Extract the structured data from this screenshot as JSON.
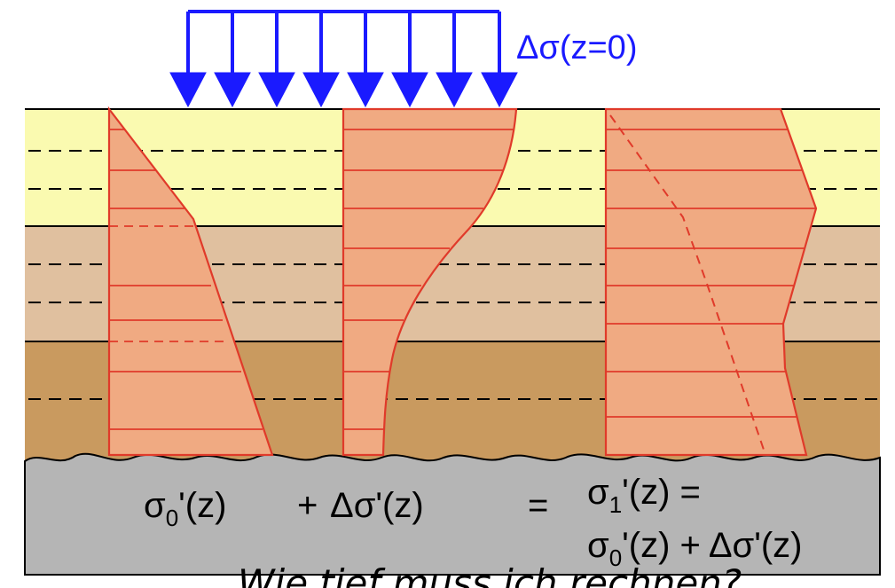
{
  "load": {
    "label_main": "Δσ(z=0)",
    "color": "#1a1aff",
    "arrow_count": 8
  },
  "layers": [
    {
      "name": "yellow-sand",
      "color": "#fafab0"
    },
    {
      "name": "light-brown-soil",
      "color": "#e0c09f"
    },
    {
      "name": "brown-soil",
      "color": "#c99a5f"
    },
    {
      "name": "bedrock",
      "color": "#b5b5b5"
    }
  ],
  "profile_style": {
    "fill": "#f0aa82",
    "stroke": "#e03a2a"
  },
  "formula": {
    "sigma0": {
      "base": "σ",
      "sub": "0",
      "rest": "'(z)"
    },
    "plus": "+",
    "delta": "Δσ'(z)",
    "equals": "=",
    "sigma1": {
      "base": "σ",
      "sub": "1",
      "rest": "'(z) ="
    },
    "sum_line": {
      "base": "σ",
      "sub": "0",
      "rest": "'(z) + Δσ'(z)"
    }
  },
  "handwritten_note": "Wie tief muss ich rechnen?"
}
